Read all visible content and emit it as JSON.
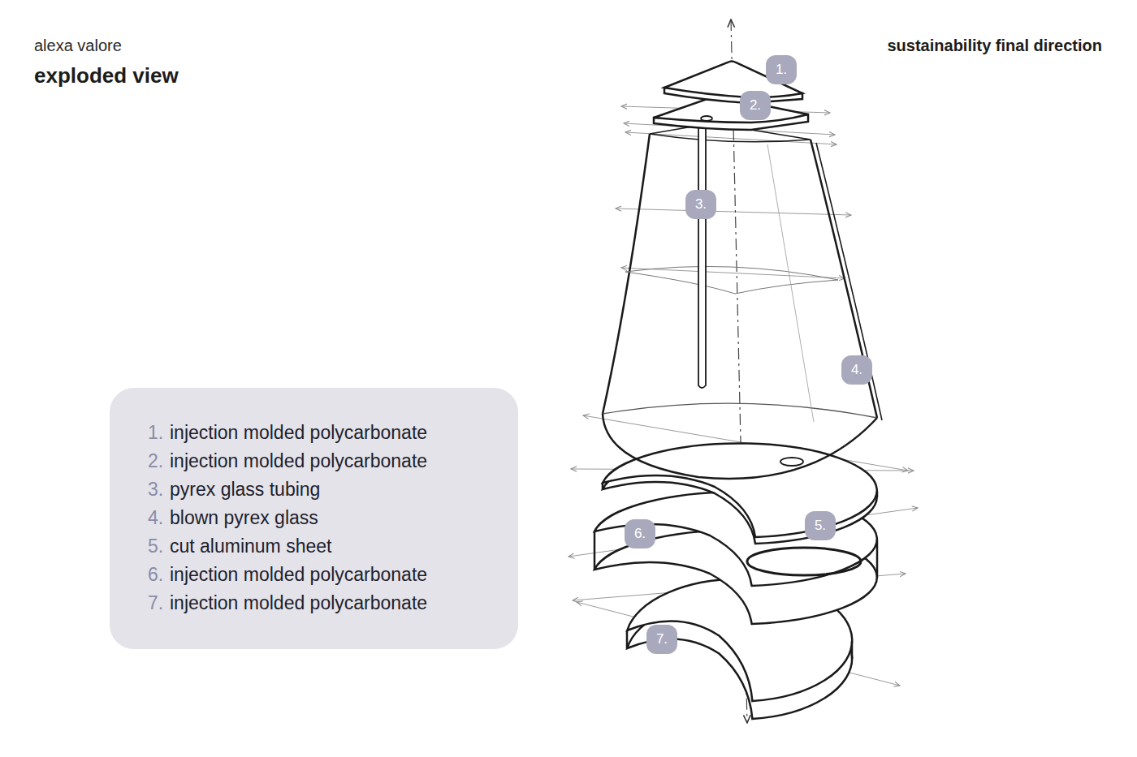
{
  "diagram": {
    "title": "exploded view",
    "nodes": [
      {
        "text": [
          "1."
        ]
      },
      {
        "text": [
          "2."
        ]
      },
      {
        "text": [
          "3."
        ]
      },
      {
        "text": [
          "4."
        ]
      },
      {
        "text": [
          "5."
        ]
      },
      {
        "text": [
          "6."
        ]
      },
      {
        "text": [
          "7."
        ]
      },
      {
        "text": [
          "1.",
          "injection molded polycarbonate",
          "2.",
          "injection molded polycarbonate",
          "3.",
          "pyrex glass tubing",
          "4.",
          "blown pyrex glass",
          "5.",
          "cut aluminum sheet",
          "6.",
          "injection molded polycarbonate",
          "7.",
          "injection molded polycarbonate"
        ]
      }
    ],
    "labels": [
      "alexa valore",
      "sustainability final direction"
    ]
  }
}
